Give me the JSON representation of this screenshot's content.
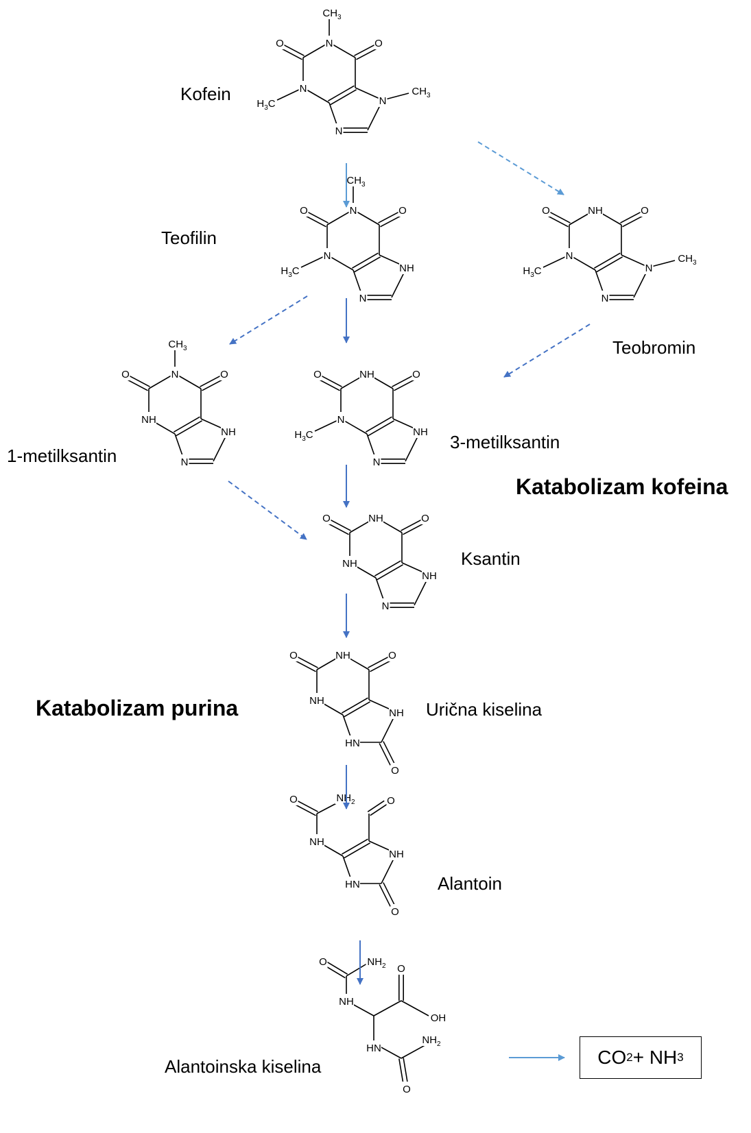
{
  "titles": {
    "caffeine_catabolism": "Katabolizam kofeina",
    "purine_catabolism": "Katabolizam purina"
  },
  "compounds": {
    "kofein": "Kofein",
    "teofilin": "Teofilin",
    "teobromin": "Teobromin",
    "metilksantin_1": "1-metilksantin",
    "metilksantin_3": "3-metilksantin",
    "ksantin": "Ksantin",
    "uricna": "Urična kiselina",
    "alantoin": "Alantoin",
    "alantoinska": "Alantoinska kiselina"
  },
  "products": {
    "co2": "CO",
    "co2_sub": "2",
    "plus": " + NH",
    "nh3_sub": "3"
  },
  "colors": {
    "arrow_dark": "#4472C4",
    "arrow_light": "#5B9BD5",
    "bond": "#000000"
  }
}
